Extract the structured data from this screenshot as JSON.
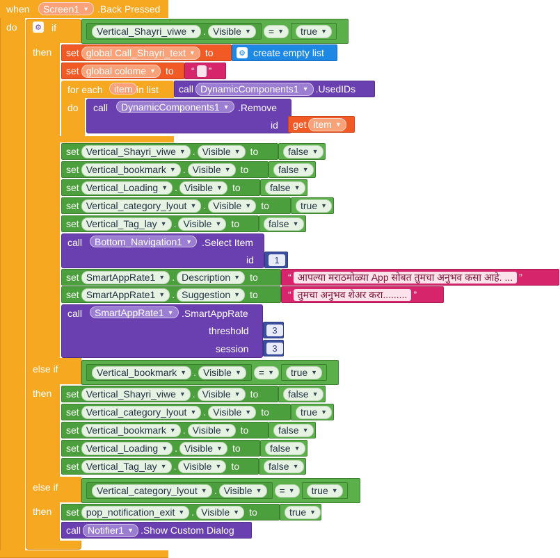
{
  "event": {
    "when": "when",
    "component": "Screen1",
    "event_name": ".Back Pressed",
    "do": "do"
  },
  "kw": {
    "if": "if",
    "then": "then",
    "else_if": "else if",
    "do": "do",
    "for_each": "for each",
    "in_list": "in list",
    "set": "set",
    "to": "to",
    "call": "call",
    "get": "get",
    "id": "id",
    "eq": "=",
    "dot": "."
  },
  "branch1": {
    "cond_component": "Vertical_Shayri_viwe",
    "cond_prop": "Visible",
    "cond_value": "true",
    "set_global_1": "global Call_Shayri_text",
    "create_empty_list": "create empty list",
    "set_global_2": "global colome",
    "quote_open": "“",
    "quote_close": "”",
    "foreach_var": "item",
    "foreach_list_comp": "DynamicComponents1",
    "foreach_list_method": ".UsedIDs",
    "remove_comp": "DynamicComponents1",
    "remove_method": ".Remove",
    "get_var": "item",
    "sets": [
      {
        "comp": "Vertical_Shayri_viwe",
        "prop": "Visible",
        "value": "false"
      },
      {
        "comp": "Vertical_bookmark",
        "prop": "Visible",
        "value": "false"
      },
      {
        "comp": "Vertical_Loading",
        "prop": "Visible",
        "value": "false"
      },
      {
        "comp": "Vertical_category_lyout",
        "prop": "Visible",
        "value": "true"
      },
      {
        "comp": "Vertical_Tag_lay",
        "prop": "Visible",
        "value": "false"
      }
    ],
    "nav_comp": "Bottom_Navigation1",
    "nav_method": ".Select Item",
    "nav_id": "1",
    "desc_comp": "SmartAppRate1",
    "desc_prop": "Description",
    "desc_text": "आपल्या मराठमोळ्या App सोबत तुमचा अनुभव कसा आहे. ...",
    "sugg_comp": "SmartAppRate1",
    "sugg_prop": "Suggestion",
    "sugg_text": "तुमचा अनुभव शेअर करा.........",
    "rate_comp": "SmartAppRate1",
    "rate_method": ".SmartAppRate",
    "threshold_label": "threshold",
    "threshold": "3",
    "session_label": "session",
    "session": "3"
  },
  "branch2": {
    "cond_component": "Vertical_bookmark",
    "cond_prop": "Visible",
    "cond_value": "true",
    "sets": [
      {
        "comp": "Vertical_Shayri_viwe",
        "prop": "Visible",
        "value": "false"
      },
      {
        "comp": "Vertical_category_lyout",
        "prop": "Visible",
        "value": "true"
      },
      {
        "comp": "Vertical_bookmark",
        "prop": "Visible",
        "value": "false"
      },
      {
        "comp": "Vertical_Loading",
        "prop": "Visible",
        "value": "false"
      },
      {
        "comp": "Vertical_Tag_lay",
        "prop": "Visible",
        "value": "false"
      }
    ]
  },
  "branch3": {
    "cond_component": "Vertical_category_lyout",
    "cond_prop": "Visible",
    "cond_value": "true",
    "set_comp": "pop_notification_exit",
    "set_prop": "Visible",
    "set_value": "true",
    "call_comp": "Notifier1",
    "call_method": ".Show Custom Dialog"
  },
  "colors": {
    "event": "#f6a821",
    "logic": "#5cb04b",
    "component": "#4c9f3d",
    "call": "#6a3fb0",
    "variable": "#f15a24",
    "list": "#1e88e5",
    "text": "#d6256a",
    "math": "#3c4ea0"
  }
}
